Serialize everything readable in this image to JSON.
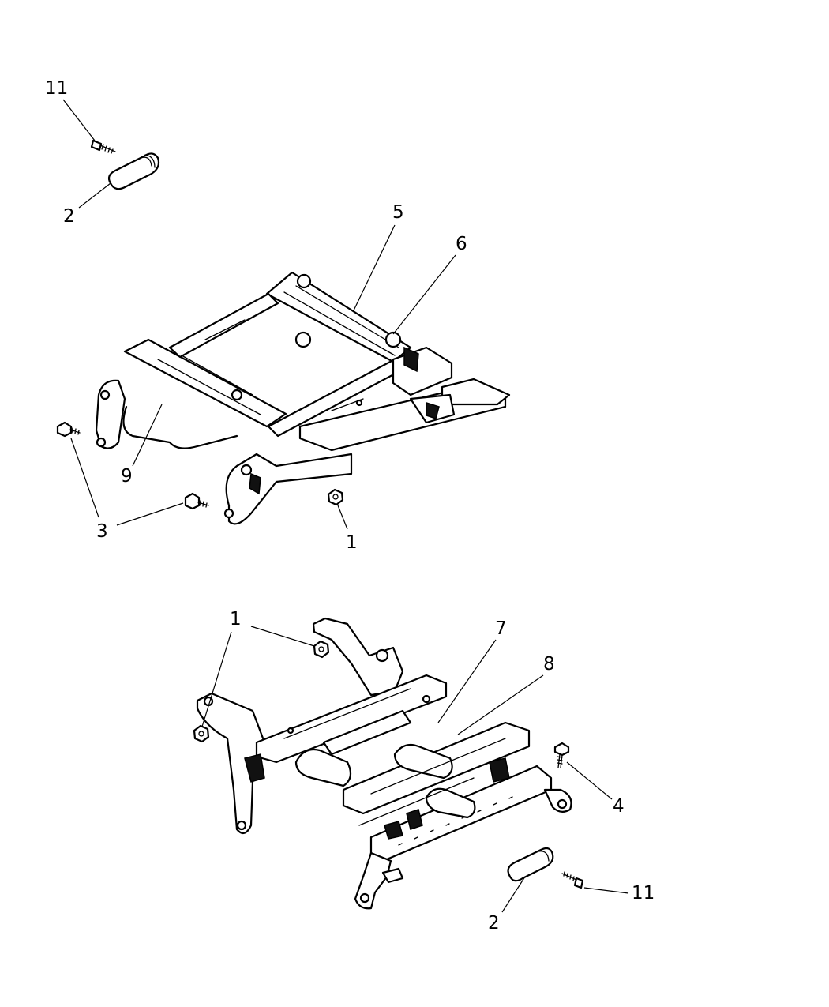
{
  "diagram": {
    "upper_assembly": {
      "callouts": [
        {
          "id": "c-11-top",
          "label": "11"
        },
        {
          "id": "c-2-top",
          "label": "2"
        },
        {
          "id": "c-5",
          "label": "5"
        },
        {
          "id": "c-6",
          "label": "6"
        },
        {
          "id": "c-9",
          "label": "9"
        },
        {
          "id": "c-3",
          "label": "3"
        },
        {
          "id": "c-1-top",
          "label": "1"
        }
      ]
    },
    "lower_assembly": {
      "callouts": [
        {
          "id": "c-1-bottom",
          "label": "1"
        },
        {
          "id": "c-7",
          "label": "7"
        },
        {
          "id": "c-8",
          "label": "8"
        },
        {
          "id": "c-4",
          "label": "4"
        },
        {
          "id": "c-2-bottom",
          "label": "2"
        },
        {
          "id": "c-11-bottom",
          "label": "11"
        }
      ]
    }
  }
}
